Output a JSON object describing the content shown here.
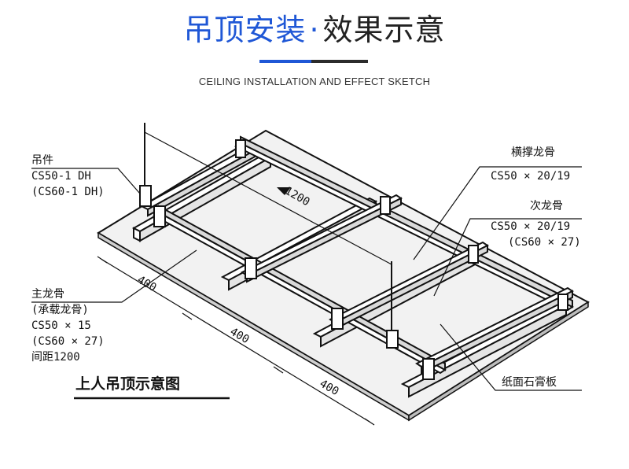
{
  "header": {
    "title_part1": "吊顶安装",
    "separator": "·",
    "title_part2": "效果示意",
    "subtitle": "CEILING INSTALLATION AND EFFECT SKETCH",
    "accent_color": "#1f57d6"
  },
  "diagram": {
    "hanger": {
      "name": "吊件",
      "spec1": "CS50-1 DH",
      "spec2": "(CS60-1 DH)"
    },
    "main_keel": {
      "name": "主龙骨",
      "alt": "(承载龙骨)",
      "spec1": "CS50 × 15",
      "spec2": "(CS60 × 27)",
      "spacing": "间距1200"
    },
    "cross_brace": {
      "name": "横撑龙骨",
      "spec": "CS50 × 20/19"
    },
    "secondary_keel": {
      "name": "次龙骨",
      "spec1": "CS50 × 20/19",
      "spec2": "(CS60 × 27)"
    },
    "board": {
      "name": "纸面石膏板"
    },
    "dims": {
      "span": "1200",
      "d1": "400",
      "d2": "400",
      "d3": "400"
    },
    "caption": "上人吊顶示意图"
  }
}
